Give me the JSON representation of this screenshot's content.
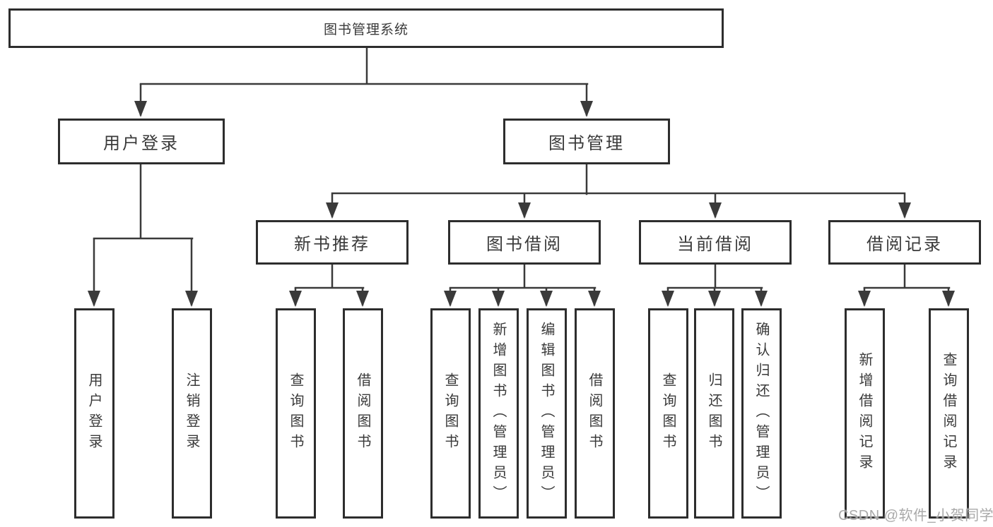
{
  "diagram": {
    "root": {
      "label": "图书管理系统"
    },
    "branches": [
      {
        "label": "用户登录",
        "children": [
          {
            "label": "用户登录"
          },
          {
            "label": "注销登录"
          }
        ]
      },
      {
        "label": "图书管理",
        "children": [
          {
            "label": "新书推荐",
            "children": [
              {
                "label": "查询图书"
              },
              {
                "label": "借阅图书"
              }
            ]
          },
          {
            "label": "图书借阅",
            "children": [
              {
                "label": "查询图书"
              },
              {
                "label": "新增图书（管理员）"
              },
              {
                "label": "编辑图书（管理员）"
              },
              {
                "label": "借阅图书"
              }
            ]
          },
          {
            "label": "当前借阅",
            "children": [
              {
                "label": "查询图书"
              },
              {
                "label": "归还图书"
              },
              {
                "label": "确认归还（管理员）"
              }
            ]
          },
          {
            "label": "借阅记录",
            "children": [
              {
                "label": "新增借阅记录"
              },
              {
                "label": "查询借阅记录"
              }
            ]
          }
        ]
      }
    ]
  },
  "watermark": "CSDN @软件_小贺同学",
  "colors": {
    "line": "#3a3a3a",
    "border": "#2d2d2d",
    "text": "#3a3a3a",
    "watermark": "#a2a2a2",
    "background": "#ffffff"
  }
}
